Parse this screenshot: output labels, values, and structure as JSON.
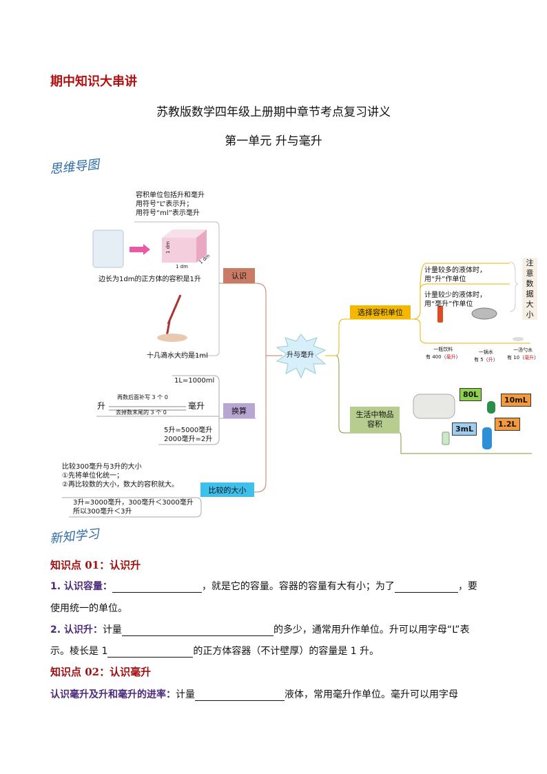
{
  "header": {
    "series_title": "期中知识大串讲",
    "doc_title": "苏教版数学四年级上册期中章节考点复习讲义",
    "unit_title": "第一单元  升与毫升",
    "mindmap_heading": "思维导图"
  },
  "mindmap": {
    "center": "升与毫升",
    "renshi": {
      "label": "认识",
      "note_lines": [
        "容积单位包括升和毫升",
        "用符号“L”表示升；",
        "用符号“ml”表示毫升"
      ],
      "cube_caption": "边长为1dm的正方体的容积是1升",
      "cube_dims": [
        "1 dm",
        "1 dm",
        "1 dm"
      ],
      "drop_caption": "十几滴水大约是1ml"
    },
    "huansuan": {
      "label": "换算",
      "rule": "1L=1000ml",
      "from": "升",
      "to": "毫升",
      "forward": "再数后面补写 3 个 0",
      "backward": "去掉数末尾的 3 个 0",
      "examples": [
        "5升=5000毫升",
        "2000毫升=2升"
      ]
    },
    "bijiao": {
      "label": "比较的大小",
      "steps": [
        "比较300毫升与3升的大小",
        "①先将单位化统一；",
        "②再比较数的大小，数大的容积就大。"
      ],
      "answer": [
        "3升=3000毫升，300毫升＜3000毫升",
        "所以300毫升＜3升"
      ]
    },
    "xuanze": {
      "label": "选择容积单位",
      "rules": [
        [
          "计量较多的液体时，",
          "用“升”作单位"
        ],
        [
          "计量较少的液体时，",
          "用“毫升”作单位"
        ]
      ],
      "note": [
        "注",
        "意",
        "数",
        "据",
        "大",
        "小"
      ],
      "examples": [
        {
          "l1": "一瓶饮料",
          "pre": "有 400（",
          "unit": "毫升",
          "post": "）"
        },
        {
          "l1": "一锅水",
          "pre": "有 5（",
          "unit": "升",
          "post": "）"
        },
        {
          "l1": "一汤勺水",
          "pre": "有 10（",
          "unit": "毫升",
          "post": "）"
        }
      ]
    },
    "shenghuo": {
      "label": "生活中物品容积",
      "items": [
        "80L",
        "10mL",
        "3mL",
        "1.2L"
      ]
    }
  },
  "colors": {
    "renshi": "#c97b66",
    "huansuan": "#b9a5d2",
    "bijiao": "#3ec0ec",
    "xuanze": "#f5b800",
    "shenghuo": "#b7cd8f"
  },
  "study": {
    "heading": "新知学习",
    "kp1": "知识点 01：认识升",
    "p1": {
      "label": "1. 认识容量：",
      "a": "，就是它的容量。容器的容量有大有小；为了",
      "b": "，要",
      "c": "使用统一的单位。"
    },
    "p2": {
      "label": "2. 认识升：",
      "a": "计量",
      "b": "的多少，通常用升作单位。升可以用字母“L”表",
      "c": "示。棱长是 1",
      "d": "的正方体容器（不计壁厚）的容量是 1 升。"
    },
    "kp2": "知识点 02：认识毫升",
    "p3": {
      "label": "认识毫升及升和毫升的进率：",
      "a": "计量",
      "b": "液体，常用毫升作单位。毫升可以用字母"
    }
  }
}
